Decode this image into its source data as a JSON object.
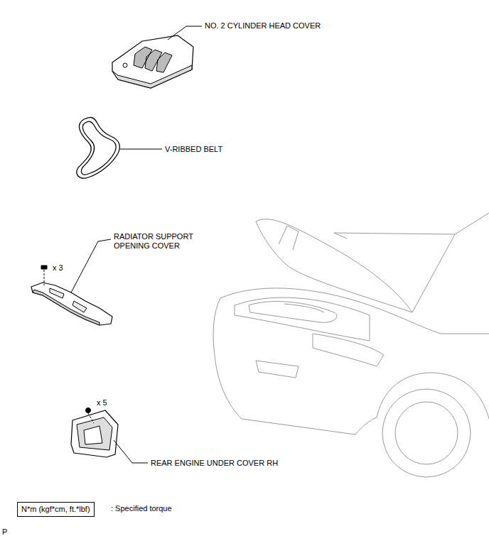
{
  "diagram": {
    "nodes": [
      {
        "text": [
          "N*m (kgf*cm, ft.*lbf)"
        ]
      }
    ],
    "labels": [
      "NO. 2 CYLINDER HEAD COVER",
      "V-RIBBED BELT",
      "RADIATOR SUPPORT OPENING COVER",
      "x 3",
      "x 5",
      "REAR ENGINE UNDER COVER RH",
      ": Specified torque",
      "P"
    ]
  }
}
